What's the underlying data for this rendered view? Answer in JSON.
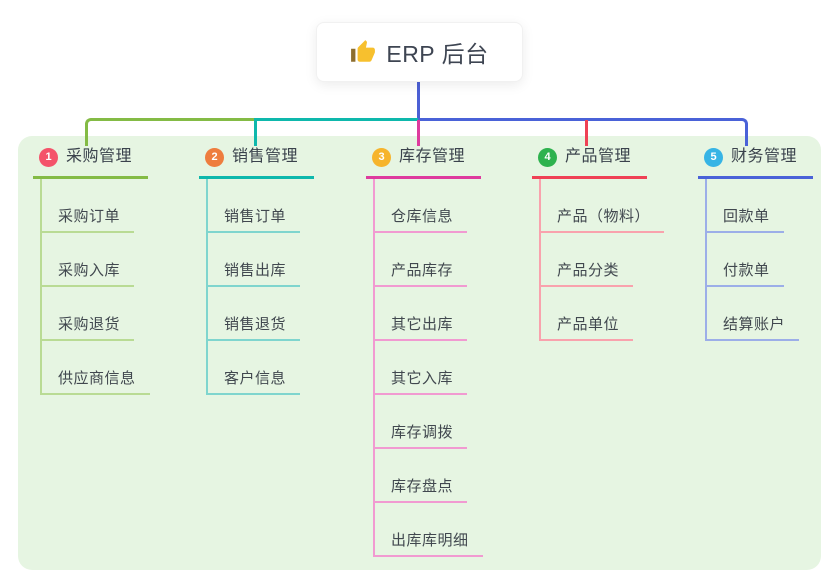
{
  "root": {
    "title": "ERP 后台",
    "icon": "thumbs-up-icon"
  },
  "panel": {
    "bg_color": "#e6f5e2"
  },
  "connector": {
    "stem_color": "#4c60d5"
  },
  "branches": [
    {
      "num": "1",
      "title": "采购管理",
      "badge_color": "#f4536a",
      "line_color": "#84bb45",
      "light_color": "#b9db94",
      "items": [
        "采购订单",
        "采购入库",
        "采购退货",
        "供应商信息"
      ]
    },
    {
      "num": "2",
      "title": "销售管理",
      "badge_color": "#ee7d3e",
      "line_color": "#0eb8ac",
      "light_color": "#7fd5ce",
      "items": [
        "销售订单",
        "销售出库",
        "销售退货",
        "客户信息"
      ]
    },
    {
      "num": "3",
      "title": "库存管理",
      "badge_color": "#f6b42c",
      "line_color": "#de3b9e",
      "light_color": "#f19ad1",
      "items": [
        "仓库信息",
        "产品库存",
        "其它出库",
        "其它入库",
        "库存调拨",
        "库存盘点",
        "出库库明细"
      ]
    },
    {
      "num": "4",
      "title": "产品管理",
      "badge_color": "#2eb24e",
      "line_color": "#ef4155",
      "light_color": "#f9a2ad",
      "items": [
        "产品（物料）",
        "产品分类",
        "产品单位"
      ]
    },
    {
      "num": "5",
      "title": "财务管理",
      "badge_color": "#36b4e5",
      "line_color": "#4a62d8",
      "light_color": "#9caee8",
      "items": [
        "回款单",
        "付款单",
        "结算账户"
      ]
    }
  ]
}
